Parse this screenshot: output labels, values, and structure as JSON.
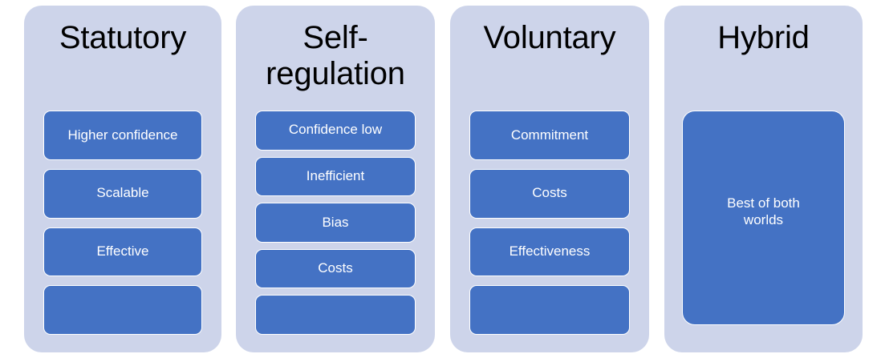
{
  "diagram": {
    "type": "four-column-comparison",
    "background_color": "#FFFFFF",
    "panel_color": "#CDD4EA",
    "box_color": "#4472C4",
    "box_border_color": "#FFFFFF",
    "title_color": "#000000",
    "box_text_color": "#FFFFFF",
    "columns": [
      {
        "title": "Statutory",
        "items": [
          {
            "label": "Higher confidence"
          },
          {
            "label": "Scalable"
          },
          {
            "label": "Effective"
          },
          {
            "label": ""
          }
        ]
      },
      {
        "title": "Self-\nregulation",
        "items": [
          {
            "label": "Confidence low"
          },
          {
            "label": "Inefficient"
          },
          {
            "label": "Bias"
          },
          {
            "label": "Costs"
          },
          {
            "label": ""
          }
        ]
      },
      {
        "title": "Voluntary",
        "items": [
          {
            "label": "Commitment"
          },
          {
            "label": "Costs"
          },
          {
            "label": "Effectiveness"
          },
          {
            "label": ""
          }
        ]
      },
      {
        "title": "Hybrid",
        "items": [
          {
            "label": "Best of both\nworlds"
          }
        ]
      }
    ]
  }
}
